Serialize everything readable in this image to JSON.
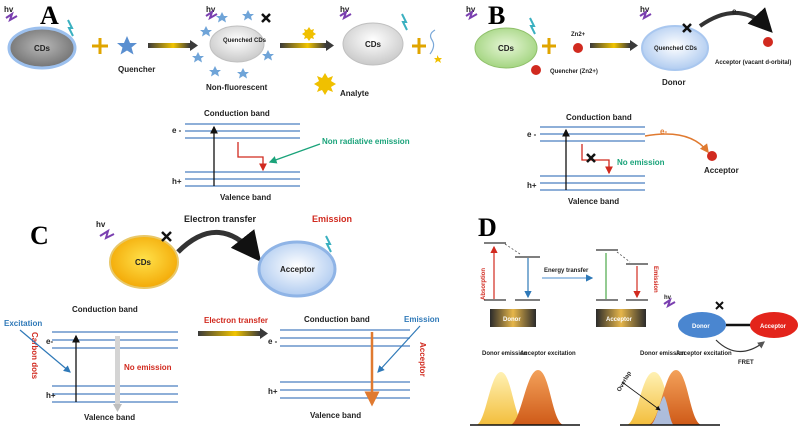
{
  "colors": {
    "band_line": "#4a7fc1",
    "arrow_red": "#d12a1f",
    "arrow_blue": "#2f79b8",
    "arrow_orange": "#e07a30",
    "arrow_green": "#1aa37a"
  },
  "panel_a": {
    "letter": "A",
    "hv1": "hv",
    "cds1": "CDs",
    "quencher": "Quencher",
    "hv2": "hv",
    "quenched_cds": "Quenched CDs",
    "non_fluorescent": "Non-fluorescent",
    "analyte": "Analyte",
    "hv3": "hv",
    "cds2": "CDs",
    "conduction_band": "Conduction band",
    "e_minus": "e -",
    "h_plus": "h+",
    "non_radiative": "Non radiative emission",
    "valence_band": "Valence band"
  },
  "panel_b": {
    "letter": "B",
    "hv1": "hv",
    "cds": "CDs",
    "zn": "Zn2+",
    "quencher_zn": "Quencher (Zn2+)",
    "hv2": "hv",
    "quenched_cds": "Quenched CDs",
    "e_minus_top": "e-",
    "donor": "Donor",
    "acceptor_vacant": "Acceptor (vacant d-orbital)",
    "conduction_band": "Conduction band",
    "e_minus": "e -",
    "e_minus_orange": "e-",
    "no_emission": "No emission",
    "acceptor": "Acceptor",
    "h_plus": "h+",
    "valence_band": "Valence band"
  },
  "panel_c": {
    "letter": "C",
    "hv": "hv",
    "cds": "CDs",
    "electron_transfer_top": "Electron transfer",
    "emission_top": "Emission",
    "acceptor": "Acceptor",
    "excitation": "Excitation",
    "conduction_band_left": "Conduction band",
    "e_minus_left": "e-",
    "carbon_dots": "Carbon dots",
    "no_emission": "No emission",
    "h_plus_left": "h+",
    "valence_band_left": "Valence band",
    "electron_transfer_mid": "Electron transfer",
    "conduction_band_right": "Conduction band",
    "emission_right": "Emission",
    "e_minus_right": "e -",
    "acceptor_vertical": "Acceptor",
    "h_plus_right": "h+",
    "valence_band_right": "Valence band"
  },
  "panel_d": {
    "letter": "D",
    "absorption": "Absorption",
    "energy_transfer": "Energy transfer",
    "emission": "Emission",
    "donor_box": "Donor",
    "acceptor_box": "Acceptor",
    "hv": "hv",
    "donor_ellipse": "Donor",
    "acceptor_ellipse": "Acceptor",
    "fret": "FRET",
    "donor_emission_1": "Donor emission",
    "acceptor_excitation_1": "Acceptor excitation",
    "donor_emission_2": "Donor emission",
    "acceptor_excitation_2": "Acceptor excitation",
    "overlap": "Overlap"
  }
}
